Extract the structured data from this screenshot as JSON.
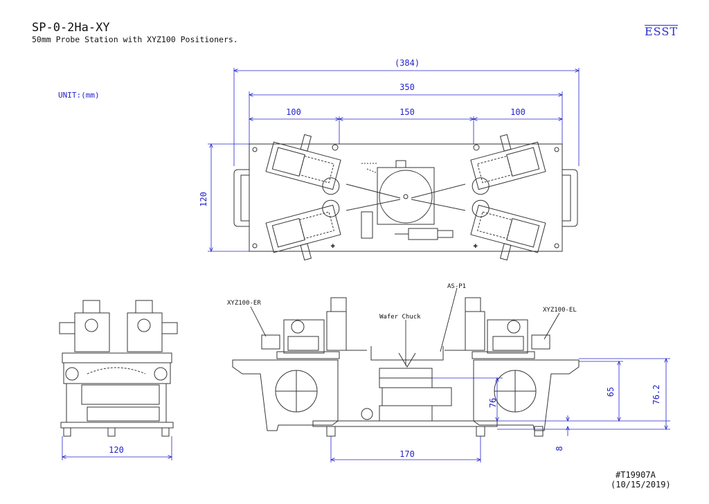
{
  "header": {
    "title": "SP-0-2Ha-XY",
    "subtitle": "50mm Probe Station with XYZ100 Positioners.",
    "logo": "ESST"
  },
  "unit_label": "UNIT:(mm)",
  "top_view": {
    "dim_overall": "(384)",
    "dim_base": "350",
    "dim_left": "100",
    "dim_center": "150",
    "dim_right": "100",
    "dim_height": "120"
  },
  "side_view": {
    "dim_width": "120"
  },
  "front_view": {
    "label_left_positioner": "XYZ100-ER",
    "label_probe_arm": "AS-P1",
    "label_chuck": "Wafer Chuck",
    "label_right_positioner": "XYZ100-EL",
    "dim_base_span": "170",
    "dim_chuck_height": "76",
    "dim_65": "65",
    "dim_76_2": "76.2",
    "dim_8": "8"
  },
  "footer": {
    "drawing_no": "#T19907A",
    "date": "(10/15/2019)"
  },
  "colors": {
    "dimension": "#2222cc",
    "linework": "#333333",
    "logo": "#2b2bcf"
  }
}
